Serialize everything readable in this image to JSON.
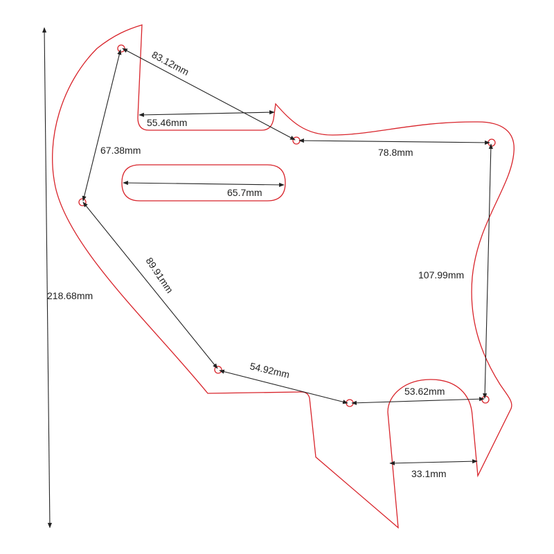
{
  "colors": {
    "outline": "#d8232a",
    "dimension": "#222222"
  },
  "dimensions": {
    "overall_height": "218.68mm",
    "top_diagonal": "83.12mm",
    "slot_top": "55.46mm",
    "top_right": "78.8mm",
    "left_upper": "67.38mm",
    "slot_middle": "65.7mm",
    "right_side": "107.99mm",
    "left_lower": "89.91mm",
    "bottom_left": "54.92mm",
    "bottom_right": "53.62mm",
    "arch_width": "33.1mm"
  }
}
